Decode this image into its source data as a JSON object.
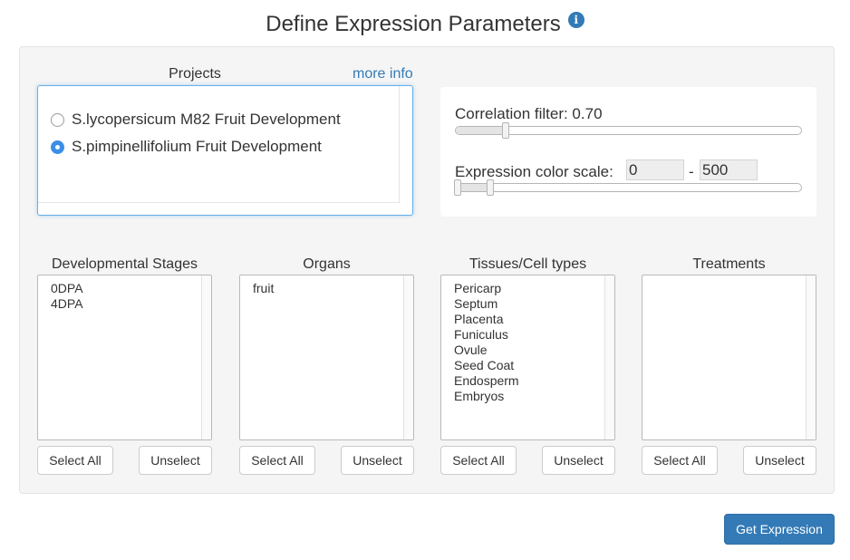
{
  "page": {
    "title": "Define Expression Parameters",
    "info_icon_glyph": "i"
  },
  "projects": {
    "label": "Projects",
    "more_info": "more info",
    "options": [
      {
        "label": "S.lycopersicum M82 Fruit Development",
        "selected": false
      },
      {
        "label": "S.pimpinellifolium Fruit Development",
        "selected": true
      }
    ]
  },
  "filters": {
    "correlation_label": "Correlation filter: 0.70",
    "correlation_value": 0.7,
    "color_scale_label": "Expression color scale:",
    "color_scale_min": "0",
    "color_scale_max": "500",
    "color_scale_dash": "-"
  },
  "columns": [
    {
      "label": "Developmental Stages",
      "items": [
        "0DPA",
        "4DPA"
      ],
      "select_all": "Select All",
      "unselect": "Unselect"
    },
    {
      "label": "Organs",
      "items": [
        "fruit"
      ],
      "select_all": "Select All",
      "unselect": "Unselect"
    },
    {
      "label": "Tissues/Cell types",
      "items": [
        "Pericarp",
        "Septum",
        "Placenta",
        "Funiculus",
        "Ovule",
        "Seed Coat",
        "Endosperm",
        "Embryos"
      ],
      "select_all": "Select All",
      "unselect": "Unselect"
    },
    {
      "label": "Treatments",
      "items": [],
      "select_all": "Select All",
      "unselect": "Unselect"
    }
  ],
  "actions": {
    "get_expression": "Get Expression"
  },
  "colors": {
    "accent": "#337ab7",
    "radio_selected": "#3b8ee8",
    "panel_bg": "#f5f5f5"
  }
}
